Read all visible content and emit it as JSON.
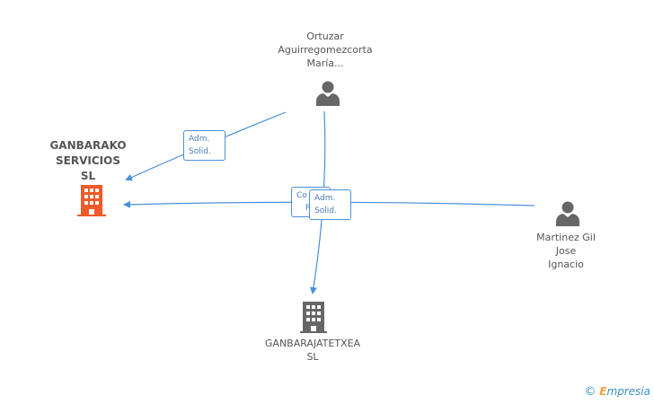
{
  "nodes": {
    "person_top": {
      "lines": [
        "Ortuzar",
        "Aguirregomezcorta",
        "María..."
      ],
      "icon": "person-icon"
    },
    "person_right": {
      "lines": [
        "Martinez Gil",
        "Jose",
        "Ignacio"
      ],
      "icon": "person-icon"
    },
    "company_main": {
      "lines": [
        "GANBARAKO",
        "SERVICIOS",
        "SL"
      ],
      "icon": "building-icon",
      "color": "#f05a28"
    },
    "company_bottom": {
      "lines": [
        "GANBARAJATETXEA",
        "SL"
      ],
      "icon": "building-icon",
      "color": "#666666"
    }
  },
  "badges": {
    "top_to_main": [
      "Adm.",
      "Solid."
    ],
    "center_back": [
      "Co",
      "P"
    ],
    "center_front": [
      "Adm.",
      "Solid."
    ]
  },
  "colors": {
    "edge": "#4a90d9",
    "person": "#666666",
    "text": "#555555"
  },
  "watermark": {
    "copyright": "©",
    "brand_e": "E",
    "brand_rest": "mpresia"
  }
}
